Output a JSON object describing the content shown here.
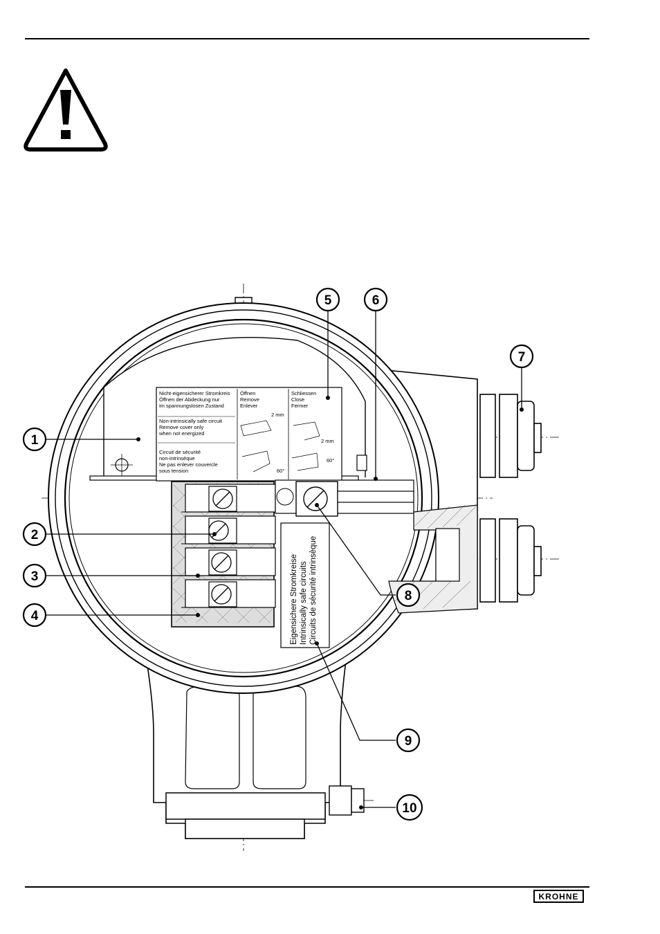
{
  "brand": {
    "logo_text": "KROHNE"
  },
  "warning": {
    "icon": "warning-triangle-icon"
  },
  "label_plate": {
    "col1": [
      "Nicht-eigensicherer Stromkreis",
      "Öffnen der Abdeckung nur",
      "im spannungslosen Zustand",
      "Non-intrinsically safe circuit",
      "Remove cover only",
      "when not energized",
      "Circuit de sécurité",
      "non-intrinsèque",
      "Ne pas enlever couvercle",
      "sous tension"
    ],
    "col2": [
      "Öffnen",
      "Remove",
      "Enlever"
    ],
    "col3": [
      "Schliessen",
      "Close",
      "Fermer"
    ],
    "dim_open": "2 mm",
    "dim_close": "2 mm",
    "angle_open": "60°",
    "angle_close": "60°"
  },
  "is_plate": {
    "lines": [
      "Eigensichere Stromkreise",
      "Intrinsically safe circuits",
      "Circuits de sécurité intrinsèque"
    ]
  },
  "callouts": [
    "1",
    "2",
    "3",
    "4",
    "5",
    "6",
    "7",
    "8",
    "9",
    "10"
  ]
}
